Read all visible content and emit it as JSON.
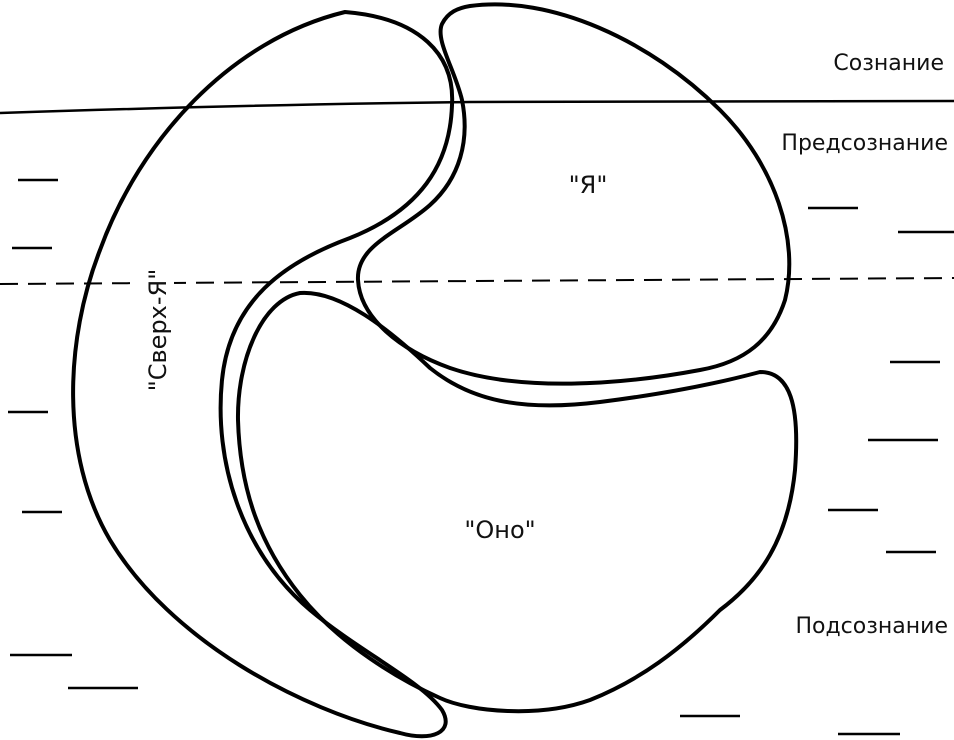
{
  "levels": {
    "conscious": "Сознание",
    "preconscious": "Предсознание",
    "subconscious": "Подсознание"
  },
  "regions": {
    "ego": "\"Я\"",
    "id": "\"Оно\"",
    "superego": "\"Сверх-Я\""
  },
  "colors": {
    "ink": "#000000",
    "paper": "#ffffff"
  }
}
